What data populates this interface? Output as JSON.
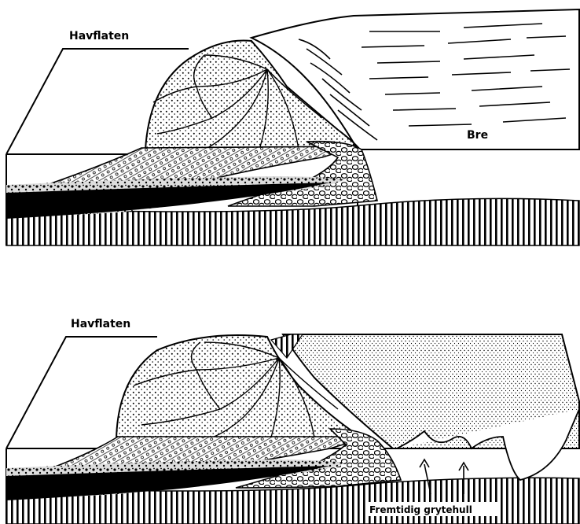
{
  "panels": [
    {
      "sea_level_label": "Havflaten",
      "glacier_label": "Bre"
    },
    {
      "sea_level_label": "Havflaten",
      "kettle_label": "Fremtidig grytehull"
    }
  ]
}
